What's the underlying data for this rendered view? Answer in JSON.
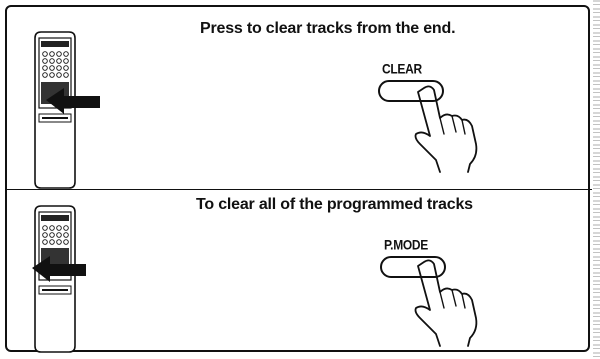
{
  "section_clear_end": {
    "instruction": "Press to clear tracks from the end.",
    "button_label": "CLEAR"
  },
  "section_clear_all": {
    "instruction": "To clear all of the programmed tracks",
    "button_label": "P.MODE"
  },
  "icons": [
    "remote-control-icon",
    "pointing-arrow-icon",
    "pressing-hand-icon"
  ]
}
